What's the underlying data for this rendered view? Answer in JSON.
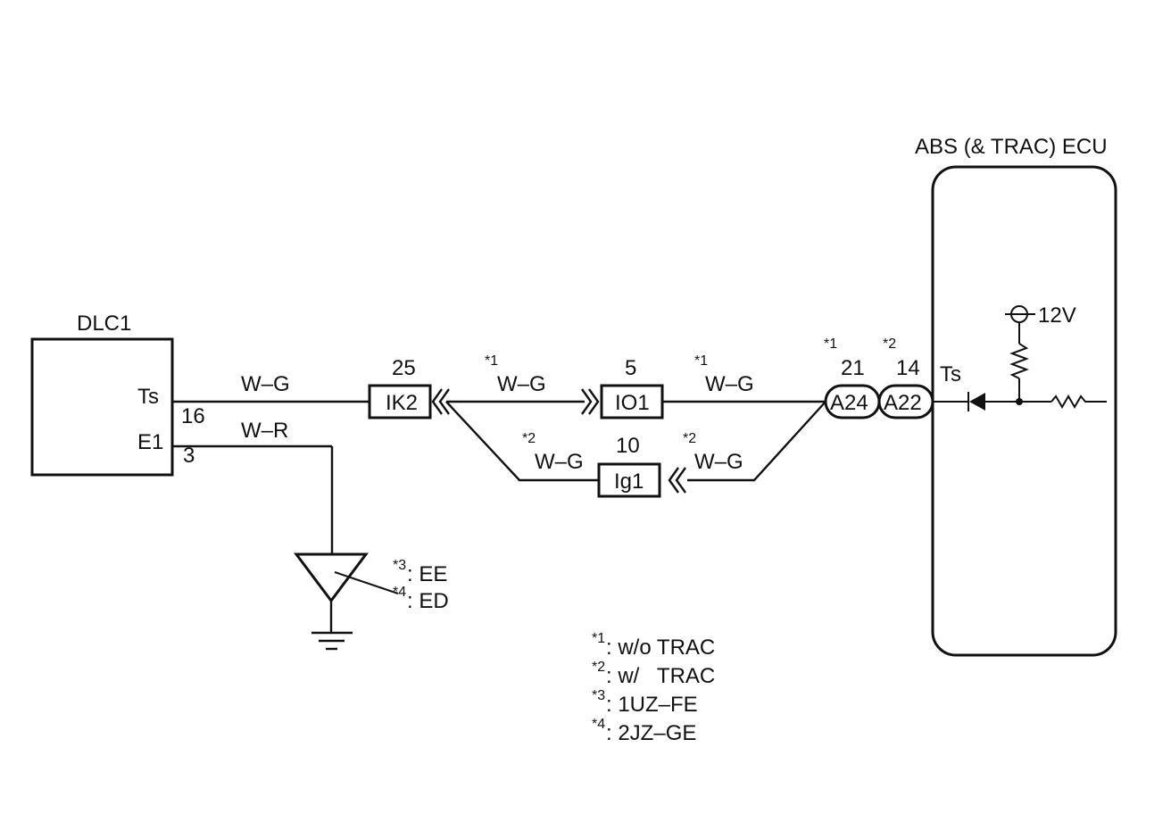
{
  "ecu": {
    "title": "ABS (& TRAC) ECU",
    "voltage": "12V",
    "pin_label": "Ts"
  },
  "dlc": {
    "title": "DLC1",
    "pins": [
      {
        "name": "Ts",
        "number": "16"
      },
      {
        "name": "E1",
        "number": "3"
      }
    ]
  },
  "wires": {
    "ts_wire": "W–G",
    "e1_wire": "W–R",
    "upper_left": {
      "mark": "*1",
      "color": "W–G"
    },
    "upper_right": {
      "mark": "*1",
      "color": "W–G"
    },
    "lower_left": {
      "mark": "*2",
      "color": "W–G"
    },
    "lower_right": {
      "mark": "*2",
      "color": "W–G"
    }
  },
  "connectors": {
    "ik2": {
      "name": "IK2",
      "pin": "25"
    },
    "io1": {
      "name": "IO1",
      "pin": "5"
    },
    "ig1": {
      "name": "Ig1",
      "pin": "10"
    },
    "a24": {
      "name": "A24",
      "pin": "21",
      "mark": "*1"
    },
    "a22": {
      "name": "A22",
      "pin": "14",
      "mark": "*2"
    }
  },
  "ground": {
    "notes": [
      {
        "mark": "*3",
        "text": ": EE"
      },
      {
        "mark": "*4",
        "text": ": ED"
      }
    ]
  },
  "legend": [
    {
      "mark": "*1",
      "text": ": w/o TRAC"
    },
    {
      "mark": "*2",
      "text": ": w/   TRAC"
    },
    {
      "mark": "*3",
      "text": ": 1UZ–FE"
    },
    {
      "mark": "*4",
      "text": ": 2JZ–GE"
    }
  ]
}
